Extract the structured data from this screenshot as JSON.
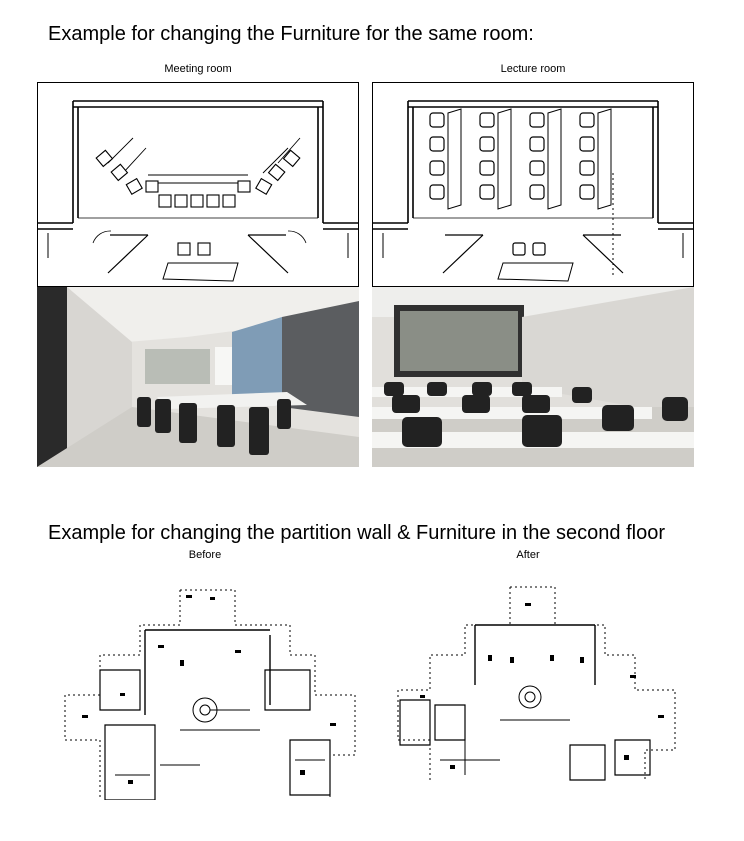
{
  "section1": {
    "heading": "Example for changing the Furniture for the same room:",
    "left_caption": "Meeting room",
    "right_caption": "Lecture room"
  },
  "section2": {
    "heading": "Example for changing the partition wall & Furniture in the second floor",
    "left_caption": "Before",
    "right_caption": "After"
  },
  "colors": {
    "line": "#000000",
    "photo_wall": "#e4e2de",
    "photo_floor": "#cfcdc8",
    "chair": "#222222",
    "screen": "#5b5d60"
  }
}
